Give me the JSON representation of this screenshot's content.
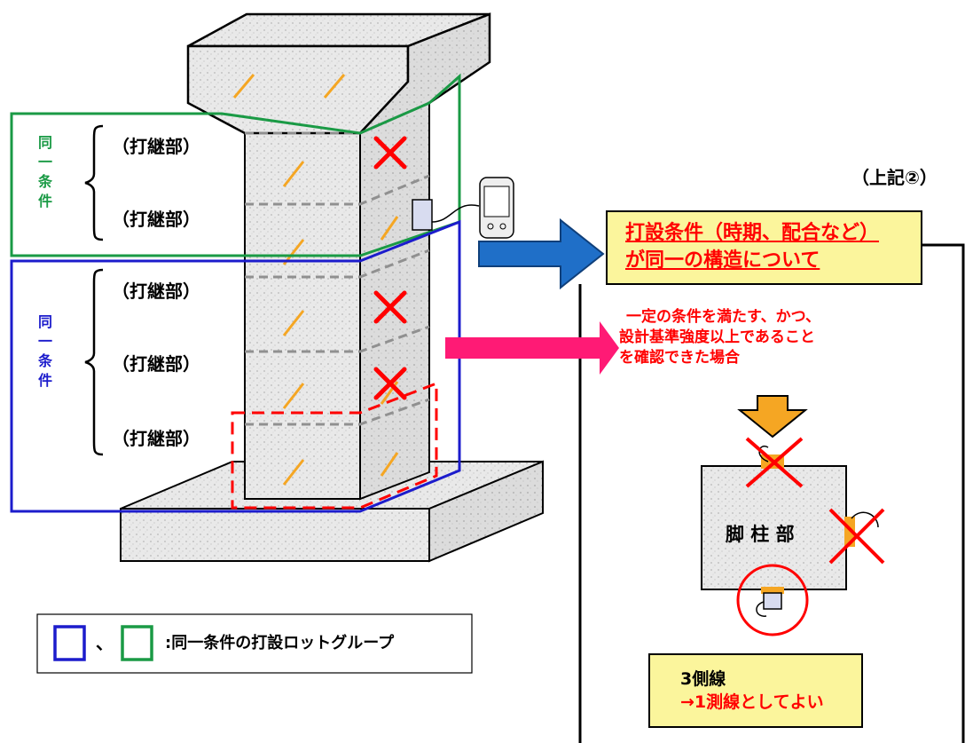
{
  "left_brackets": {
    "green_group_label": "同一条件",
    "blue_group_label": "同一条件",
    "joint_label": "（打継部）"
  },
  "ref_label": "（上記②）",
  "condition_box": {
    "line1": "打設条件（時期、配合など）",
    "line2": "が同一の構造について"
  },
  "condition_text": {
    "line1": "一定の条件を満たす、かつ、",
    "line2": "設計基準強度以上であること",
    "line3": "を確認できた場合"
  },
  "column_label": "脚 柱 部",
  "result_box": {
    "line1": "3側線",
    "line2": "→1測線としてよい"
  },
  "legend": {
    "sep": "、",
    "text": ":同一条件の打設ロットグループ"
  },
  "colors": {
    "green": "#1a9a45",
    "blue": "#1c1ccc",
    "red": "#ff0000",
    "yellow_box": "#fbf59c",
    "orange": "#f5a623",
    "arrow_blue": "#1f6fc8",
    "arrow_pink": "#ff1a75"
  }
}
